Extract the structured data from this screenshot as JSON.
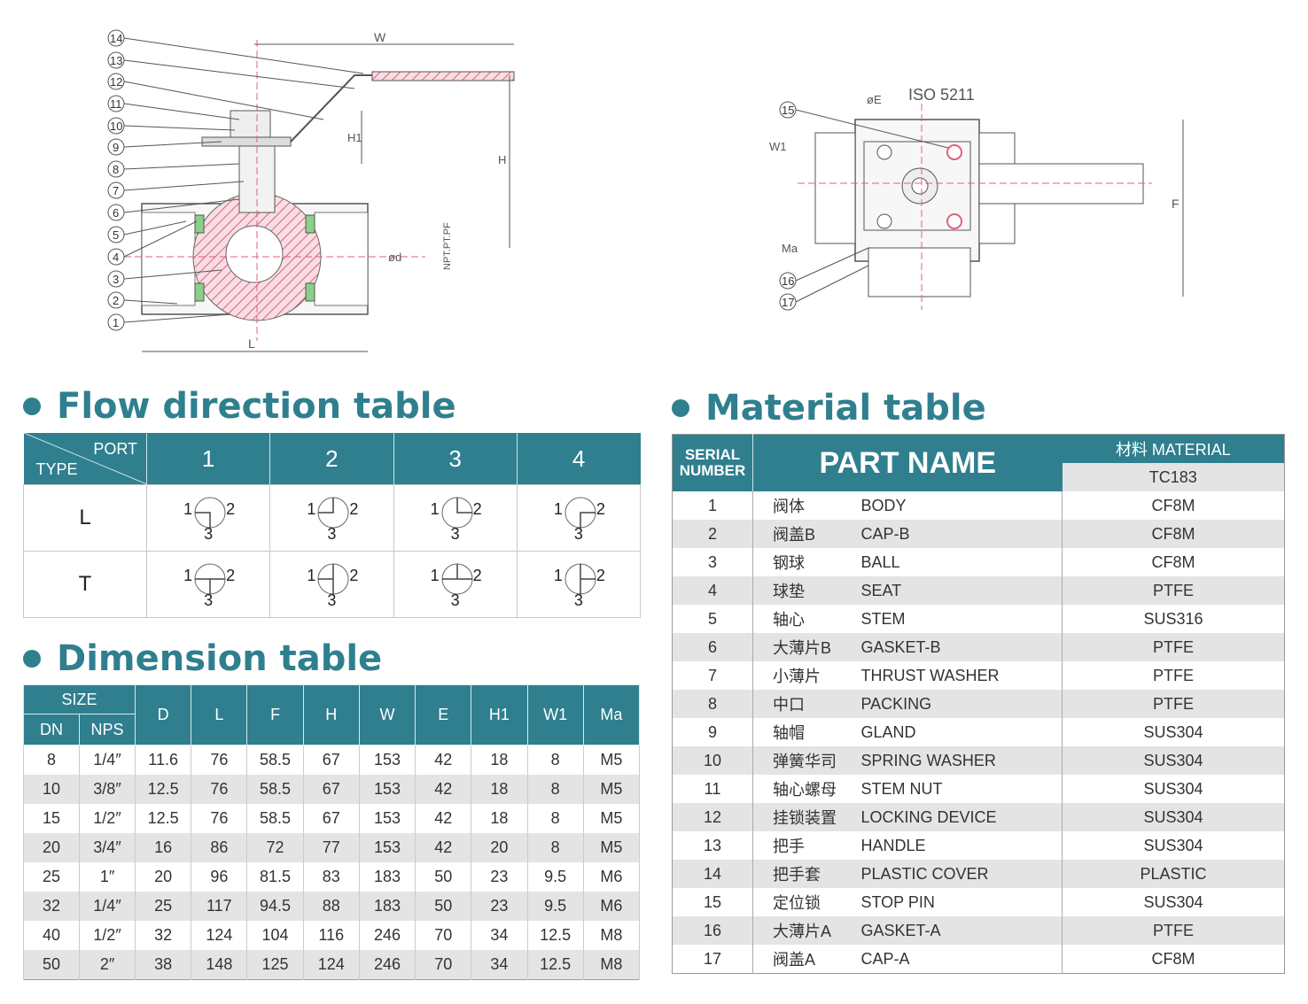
{
  "drawing_left": {
    "callouts": [
      "14",
      "13",
      "12",
      "11",
      "10",
      "9",
      "8",
      "7",
      "6",
      "5",
      "4",
      "3",
      "2",
      "1"
    ],
    "dims": {
      "w": "W",
      "h1": "H1",
      "h": "H",
      "d": "ød",
      "port": "NPT.PT.PF",
      "l": "L"
    }
  },
  "drawing_right": {
    "callouts": [
      "15",
      "16",
      "17"
    ],
    "labels": {
      "iso": "ISO 5211",
      "e": "øE",
      "w1": "W1",
      "ma": "Ma",
      "f": "F"
    }
  },
  "flow_section": {
    "title": "Flow direction table",
    "corner_port": "PORT",
    "corner_type": "TYPE",
    "ports": [
      "1",
      "2",
      "3",
      "4"
    ],
    "rows": [
      {
        "type": "L",
        "cells": [
          {
            "a": "1",
            "b": "2",
            "c": "3"
          },
          {
            "a": "1",
            "b": "2",
            "c": "3"
          },
          {
            "a": "1",
            "b": "2",
            "c": "3"
          },
          {
            "a": "1",
            "b": "2",
            "c": "3"
          }
        ]
      },
      {
        "type": "T",
        "cells": [
          {
            "a": "1",
            "b": "2",
            "c": "3"
          },
          {
            "a": "1",
            "b": "2",
            "c": "3"
          },
          {
            "a": "1",
            "b": "2",
            "c": "3"
          },
          {
            "a": "1",
            "b": "2",
            "c": "3"
          }
        ]
      }
    ]
  },
  "dimension_section": {
    "title": "Dimension table",
    "size_label": "SIZE",
    "headers": [
      "DN",
      "NPS",
      "D",
      "L",
      "F",
      "H",
      "W",
      "E",
      "H1",
      "W1",
      "Ma"
    ],
    "rows": [
      [
        "8",
        "1/4″",
        "11.6",
        "76",
        "58.5",
        "67",
        "153",
        "42",
        "18",
        "8",
        "M5"
      ],
      [
        "10",
        "3/8″",
        "12.5",
        "76",
        "58.5",
        "67",
        "153",
        "42",
        "18",
        "8",
        "M5"
      ],
      [
        "15",
        "1/2″",
        "12.5",
        "76",
        "58.5",
        "67",
        "153",
        "42",
        "18",
        "8",
        "M5"
      ],
      [
        "20",
        "3/4″",
        "16",
        "86",
        "72",
        "77",
        "153",
        "42",
        "20",
        "8",
        "M5"
      ],
      [
        "25",
        "1″",
        "20",
        "96",
        "81.5",
        "83",
        "183",
        "50",
        "23",
        "9.5",
        "M6"
      ],
      [
        "32",
        "1/4″",
        "25",
        "117",
        "94.5",
        "88",
        "183",
        "50",
        "23",
        "9.5",
        "M6"
      ],
      [
        "40",
        "1/2″",
        "32",
        "124",
        "104",
        "116",
        "246",
        "70",
        "34",
        "12.5",
        "M8"
      ],
      [
        "50",
        "2″",
        "38",
        "148",
        "125",
        "124",
        "246",
        "70",
        "34",
        "12.5",
        "M8"
      ]
    ]
  },
  "material_section": {
    "title": "Material table",
    "serial_header_1": "SERIAL",
    "serial_header_2": "NUMBER",
    "part_header": "PART NAME",
    "material_header": "材料  MATERIAL",
    "material_sub": "TC183",
    "rows": [
      [
        "1",
        "阀体",
        "BODY",
        "CF8M"
      ],
      [
        "2",
        "阀盖B",
        "CAP-B",
        "CF8M"
      ],
      [
        "3",
        "钢球",
        "BALL",
        "CF8M"
      ],
      [
        "4",
        "球垫",
        "SEAT",
        "PTFE"
      ],
      [
        "5",
        "轴心",
        "STEM",
        "SUS316"
      ],
      [
        "6",
        "大薄片B",
        "GASKET-B",
        "PTFE"
      ],
      [
        "7",
        "小薄片",
        "THRUST WASHER",
        "PTFE"
      ],
      [
        "8",
        "中口",
        "PACKING",
        "PTFE"
      ],
      [
        "9",
        "轴帽",
        "GLAND",
        "SUS304"
      ],
      [
        "10",
        "弹簧华司",
        "SPRING WASHER",
        "SUS304"
      ],
      [
        "11",
        "轴心螺母",
        "STEM NUT",
        "SUS304"
      ],
      [
        "12",
        "挂锁装置",
        "LOCKING DEVICE",
        "SUS304"
      ],
      [
        "13",
        "把手",
        "HANDLE",
        "SUS304"
      ],
      [
        "14",
        "把手套",
        "PLASTIC COVER",
        "PLASTIC"
      ],
      [
        "15",
        "定位锁",
        "STOP PIN",
        "SUS304"
      ],
      [
        "16",
        "大薄片A",
        "GASKET-A",
        "PTFE"
      ],
      [
        "17",
        "阀盖A",
        "CAP-A",
        "CF8M"
      ]
    ]
  },
  "colors": {
    "accent": "#2f7f8f",
    "stripe": "#e4e4e4",
    "hatch": "#e0607a"
  }
}
